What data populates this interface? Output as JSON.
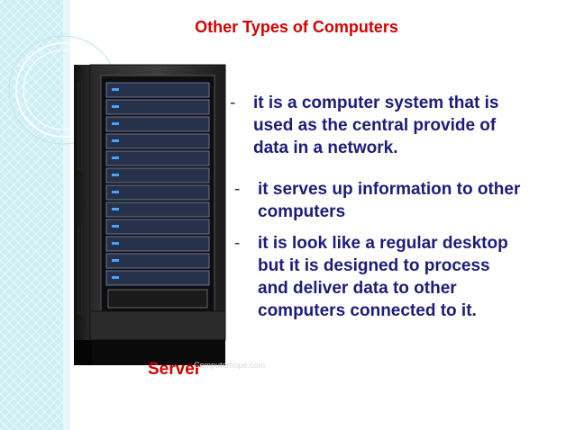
{
  "slide": {
    "title": "Other Types of Computers",
    "caption": "Server",
    "watermark": "Computerhope.com",
    "bullets": [
      {
        "dash": "-",
        "text": "it is a computer system that is\nused as the central provide of\ndata in a network."
      },
      {
        "dash": "-",
        "text": "it serves up information to other\ncomputers"
      },
      {
        "dash": "-",
        "text": "it is look like a regular desktop\nbut it is designed to process\nand deliver data to other\ncomputers connected to it."
      }
    ]
  },
  "colors": {
    "title": "#d40000",
    "bullet_text": "#1c1c7a",
    "band": "#cdeff4"
  },
  "image": {
    "icon": "server-rack-icon"
  }
}
